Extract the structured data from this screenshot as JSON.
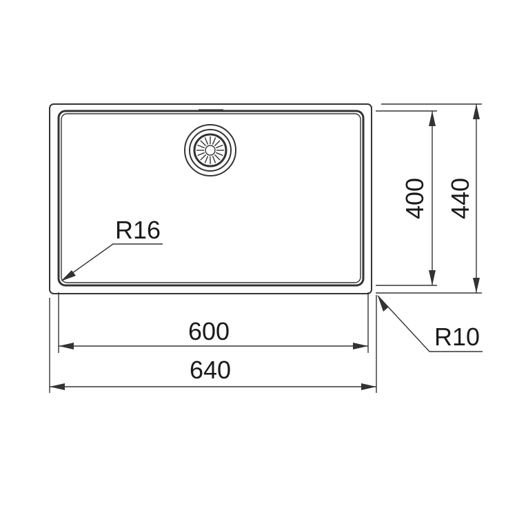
{
  "dimensions": {
    "inner_width": "600",
    "outer_width": "640",
    "inner_height": "400",
    "outer_height": "440",
    "inner_radius": "R16",
    "outer_radius": "R10"
  },
  "colors": {
    "line": "#333333",
    "text": "#1a1a1a",
    "background": "#ffffff"
  }
}
